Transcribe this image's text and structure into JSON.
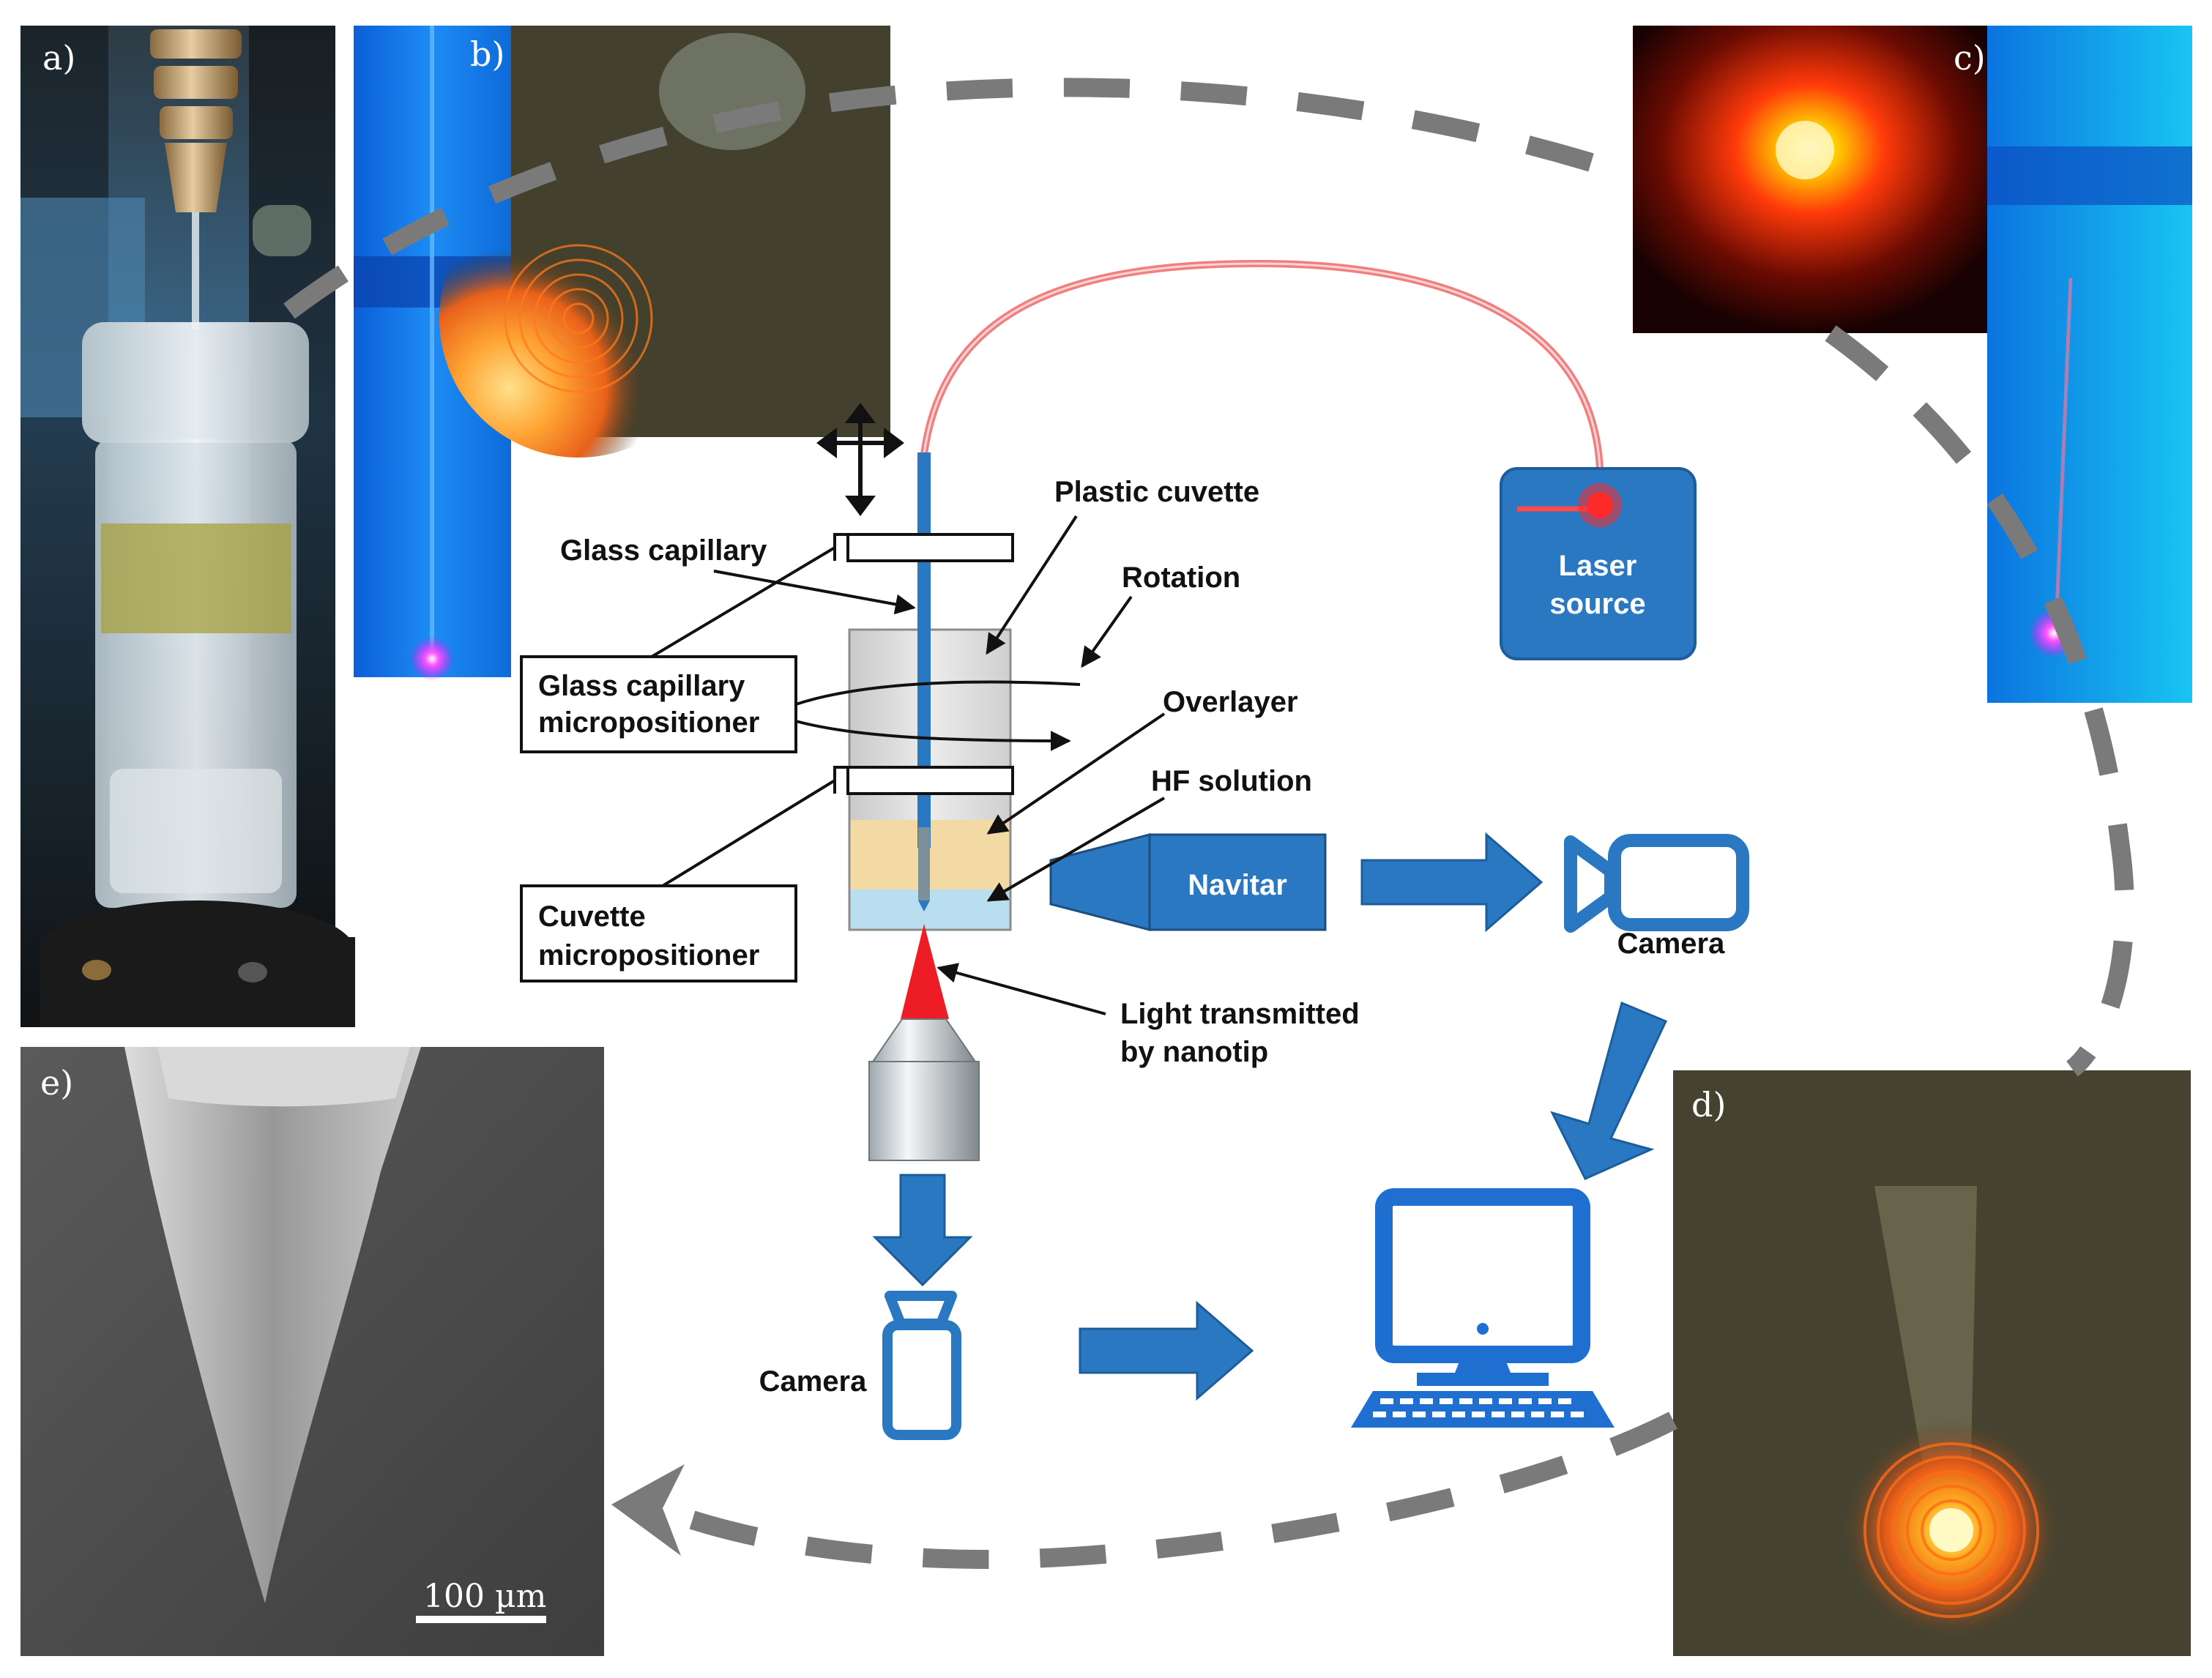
{
  "panels": {
    "a": "a)",
    "b": "b)",
    "c": "c)",
    "d": "d)",
    "e": "e)"
  },
  "labels": {
    "glass_capillary": "Glass capillary",
    "plastic_cuvette": "Plastic cuvette",
    "rotation": "Rotation",
    "glass_capillary_micropositioner_1": "Glass capillary",
    "glass_capillary_micropositioner_2": "micropositioner",
    "overlayer": "Overlayer",
    "hf_solution": "HF solution",
    "cuvette_micropositioner_1": "Cuvette",
    "cuvette_micropositioner_2": "micropositioner",
    "navitar": "Navitar",
    "camera_right": "Camera",
    "camera_bottom": "Camera",
    "light_transmitted_1": "Light transmitted",
    "light_transmitted_2": "by nanotip",
    "laser_source_1": "Laser",
    "laser_source_2": "source"
  },
  "scale_bar": "100 µm",
  "colors": {
    "equipment_blue": "#2a78c2",
    "equipment_dark": "#1c5d9c",
    "fiber_red": "#f08080",
    "dashed_loop": "#7a7a7a",
    "overlayer": "#f3d9a3",
    "hf_solution": "#b8def0"
  }
}
